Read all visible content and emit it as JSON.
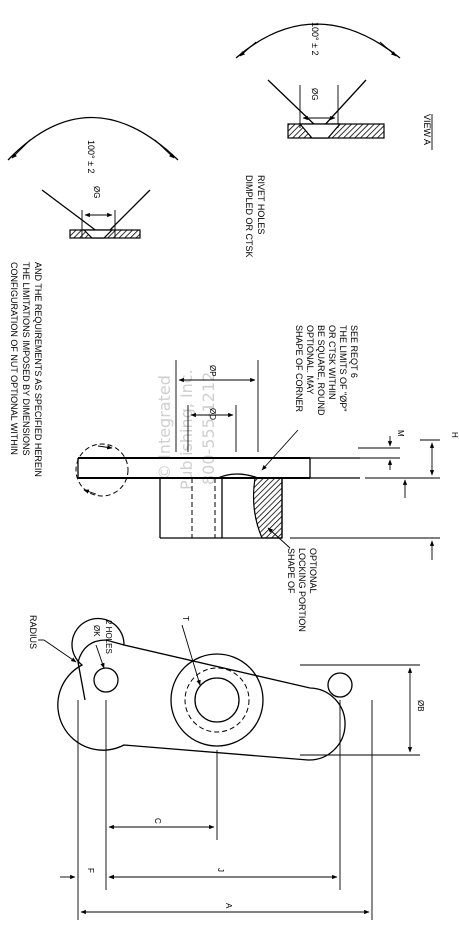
{
  "watermark": {
    "line1": "© Integrated",
    "line2": "Publishing, Inc.",
    "line3": "800-555-1212"
  },
  "notes": {
    "configuration": [
      "CONFIGURATION OF NUT OPTIONAL WITHIN",
      "THE LIMITATIONS IMPOSED BY DIMENSIONS",
      "AND THE REQUIREMENTS AS SPECIFIED HEREIN"
    ],
    "dimpled": [
      "DIMPLED OR CTSK",
      "RIVET HOLES"
    ],
    "corner": [
      "SHAPE OF CORNER",
      "OPTIONAL.  MAY",
      "BE SQUARE, ROUND",
      "OR CTSK WITHIN",
      "THE LIMITS OF \"ØP\"",
      "SEE REQT 6"
    ],
    "locking": [
      "SHAPE OF",
      "LOCKING  PORTION",
      "OPTIONAL"
    ],
    "radius_label": "RADIUS",
    "view_a": "VIEW  A"
  },
  "dimensions": {
    "angle_left": "100° ± 2",
    "angle_right": "100° ± 2",
    "dia_g": "ØG",
    "dia_g2": "ØG",
    "dia_p": "ØP",
    "dia_d": "ØD",
    "dia_k": "ØK",
    "k_holes": "2 HOLES",
    "t": "T",
    "m": "M",
    "h": "H",
    "c": "C",
    "f": "F",
    "j": "J",
    "a": "A",
    "dia_b": "ØB"
  }
}
